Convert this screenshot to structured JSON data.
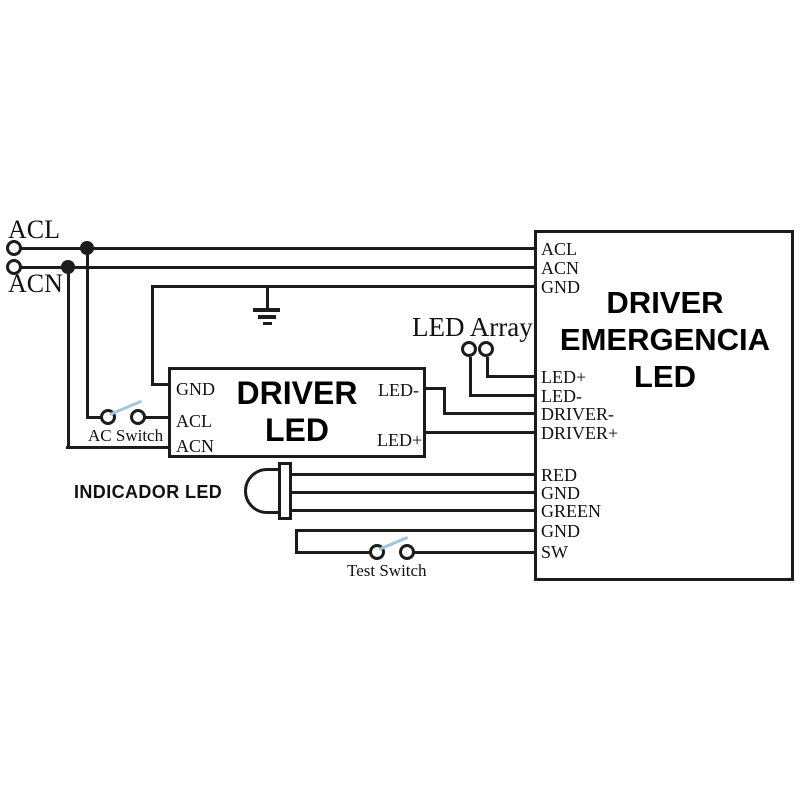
{
  "colors": {
    "wire": "#1c1c1c",
    "switch_lever": "#a3c4dd",
    "background": "#ffffff",
    "text": "#111111"
  },
  "input": {
    "acl": "ACL",
    "acn": "ACN"
  },
  "emergency_driver_box": {
    "title_lines": [
      "DRIVER",
      "EMERGENCIA",
      "LED"
    ],
    "terminals": [
      "ACL",
      "ACN",
      "GND",
      "LED+",
      "LED-",
      "DRIVER-",
      "DRIVER+",
      "RED",
      "GND",
      "GREEN",
      "GND",
      "SW"
    ]
  },
  "led_driver_box": {
    "title_lines": [
      "DRIVER",
      "LED"
    ],
    "left_terminals": [
      "GND",
      "ACL",
      "ACN"
    ],
    "right_terminals": [
      "LED-",
      "LED+"
    ]
  },
  "labels": {
    "ac_switch": "AC Switch",
    "test_switch": "Test Switch",
    "led_array": "LED Array",
    "indicator_led": "INDICADOR LED"
  },
  "symbols": {
    "ground": "css-shape",
    "indicator_led": "css-shape",
    "switch": "css-shape",
    "terminal_circle": "css-shape",
    "junction_dot": "css-shape"
  }
}
